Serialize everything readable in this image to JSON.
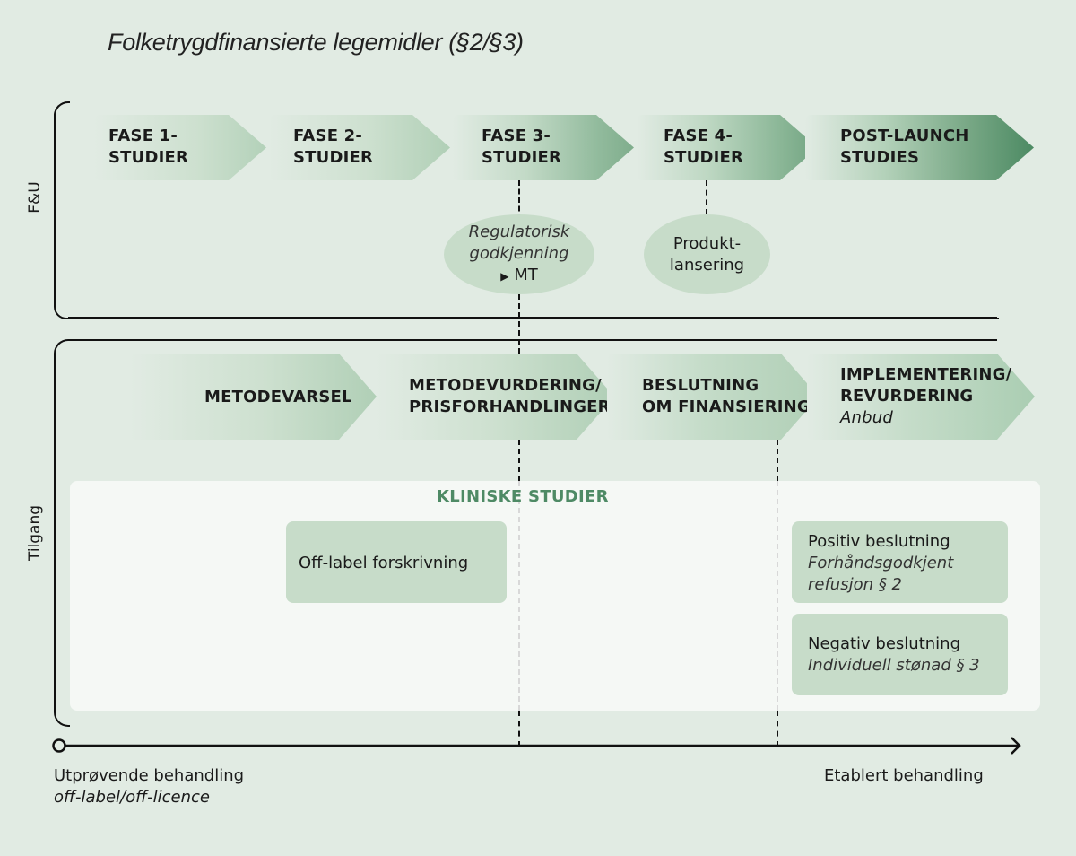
{
  "title": "Folketrygdfinansierte legemidler (§2/§3)",
  "lanes": {
    "fu_label": "F&U",
    "tilgang_label": "Tilgang"
  },
  "fu_steps": [
    {
      "line1": "FASE 1-",
      "line2": "STUDIER"
    },
    {
      "line1": "FASE 2-",
      "line2": "STUDIER"
    },
    {
      "line1": "FASE 3-",
      "line2": "STUDIER"
    },
    {
      "line1": "FASE 4-",
      "line2": "STUDIER"
    },
    {
      "line1": "POST-LAUNCH",
      "line2": "STUDIES"
    }
  ],
  "milestones": {
    "regulatory": {
      "line1": "Regulatorisk",
      "line2": "godkjenning",
      "line3": "MT",
      "marker": "▶"
    },
    "launch": {
      "line1": "Produkt-",
      "line2": "lansering"
    }
  },
  "access_steps": [
    {
      "line1": "METODEVARSEL",
      "line2": ""
    },
    {
      "line1": "METODEVURDERING/",
      "line2": "PRISFORHANDLINGER"
    },
    {
      "line1": "BESLUTNING",
      "line2": "OM FINANSIERING"
    },
    {
      "line1": "IMPLEMENTERING/",
      "line2": "REVURDERING",
      "sub": "Anbud"
    }
  ],
  "clinical": {
    "title": "KLINISKE STUDIER",
    "offlabel": "Off-label forskrivning",
    "positive": {
      "title": "Positiv beslutning",
      "sub1": "Forhåndsgodkjent",
      "sub2": "refusjon § 2"
    },
    "negative": {
      "title": "Negativ beslutning",
      "sub1": "Individuell stønad § 3"
    }
  },
  "axis": {
    "start_line1": "Utprøvende behandling",
    "start_line2": "off-label/off-licence",
    "end_label": "Etablert behandling"
  },
  "colors": {
    "background": "#e1ebe3",
    "chevron_light": "#dfe9e0",
    "chevron_mid": "#b3d1b9",
    "chevron_dark": "#4c8a63",
    "box": "#c7dcc9",
    "panel": "#f5f8f5",
    "accent_text": "#4e8a65"
  }
}
